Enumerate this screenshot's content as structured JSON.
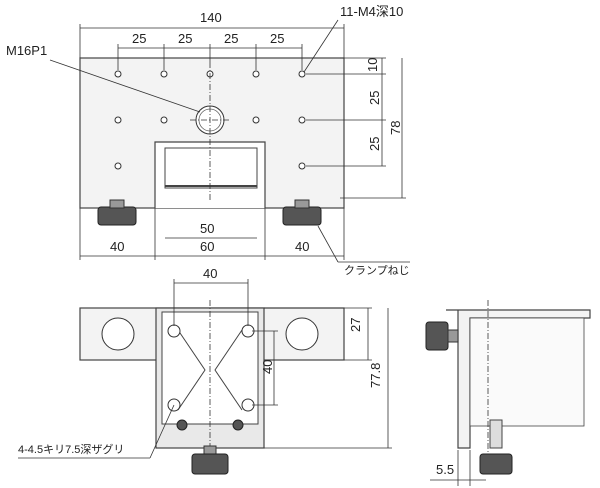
{
  "labels": {
    "top_overall_width": "140",
    "pitch_1": "25",
    "pitch_2": "25",
    "pitch_3": "25",
    "pitch_4": "25",
    "tap_holes": "11-M4深10",
    "center_tap": "M16P1",
    "right_v_10": "10",
    "right_v_25a": "25",
    "right_v_25b": "25",
    "right_v_78": "78",
    "inner_50": "50",
    "inner_60": "60",
    "left_40": "40",
    "right_40": "40",
    "clamp_screw": "クランプねじ",
    "front_40_top": "40",
    "front_27": "27",
    "front_40_v": "40",
    "front_77_8": "77.8",
    "counterbore": "4-4.5キリ7.5深ザグリ",
    "side_5_5": "5.5"
  }
}
